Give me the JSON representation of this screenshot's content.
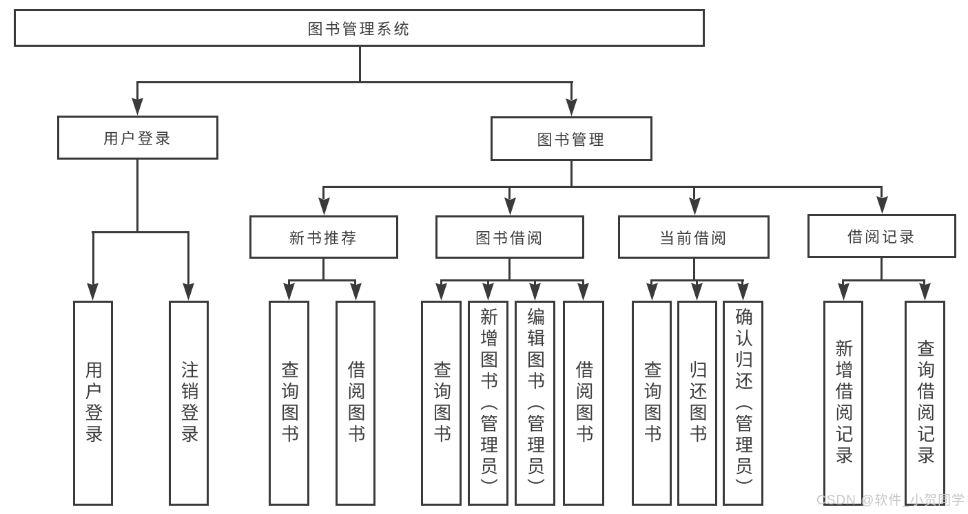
{
  "diagram_type": "hierarchy-tree",
  "colors": {
    "line": "#3a3a3a",
    "box_border": "#3a3a3a",
    "text": "#3c3c3c",
    "background": "#ffffff",
    "watermark": "#c6c6c6"
  },
  "tree": {
    "root": {
      "label": "图书管理系统"
    },
    "branches": [
      {
        "label": "用户登录",
        "children": [
          {
            "label": "用户登录"
          },
          {
            "label": "注销登录"
          }
        ]
      },
      {
        "label": "图书管理",
        "children": [
          {
            "label": "新书推荐",
            "children": [
              {
                "label": "查询图书"
              },
              {
                "label": "借阅图书"
              }
            ]
          },
          {
            "label": "图书借阅",
            "children": [
              {
                "label": "查询图书"
              },
              {
                "label": "新增图书（管理员）"
              },
              {
                "label": "编辑图书（管理员）"
              },
              {
                "label": "借阅图书"
              }
            ]
          },
          {
            "label": "当前借阅",
            "children": [
              {
                "label": "查询图书"
              },
              {
                "label": "归还图书"
              },
              {
                "label": "确认归还（管理员）"
              }
            ]
          },
          {
            "label": "借阅记录",
            "children": [
              {
                "label": "新增借阅记录"
              },
              {
                "label": "查询借阅记录"
              }
            ]
          }
        ]
      }
    ]
  },
  "watermark": {
    "text": "CSDN @软件_小贺同学"
  }
}
